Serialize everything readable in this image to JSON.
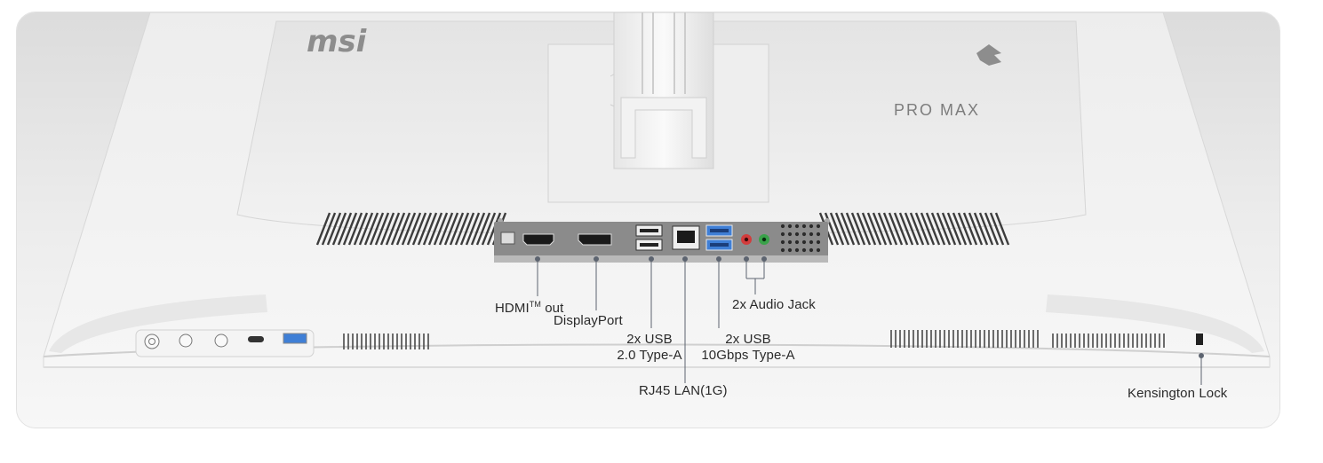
{
  "brand": {
    "logo_text": "msi",
    "model_text": "PRO MAX"
  },
  "callouts": {
    "hdmi": {
      "main": "HDMI",
      "sup": "TM",
      "rest": " out"
    },
    "displayport": "DisplayPort",
    "usb2": {
      "line1": "2x USB",
      "line2": "2.0 Type-A"
    },
    "usb10": {
      "line1": "2x USB",
      "line2": "10Gbps Type-A"
    },
    "rj45": "RJ45 LAN(1G)",
    "audio": "2x Audio Jack",
    "kensington": "Kensington Lock"
  },
  "colors": {
    "body": "#efefef",
    "port_panel": "#8a8a8a",
    "usb_blue": "#3f7fd6",
    "jack_red": "#d23c3c",
    "jack_green": "#3aa24a",
    "leader": "#5d6470"
  }
}
